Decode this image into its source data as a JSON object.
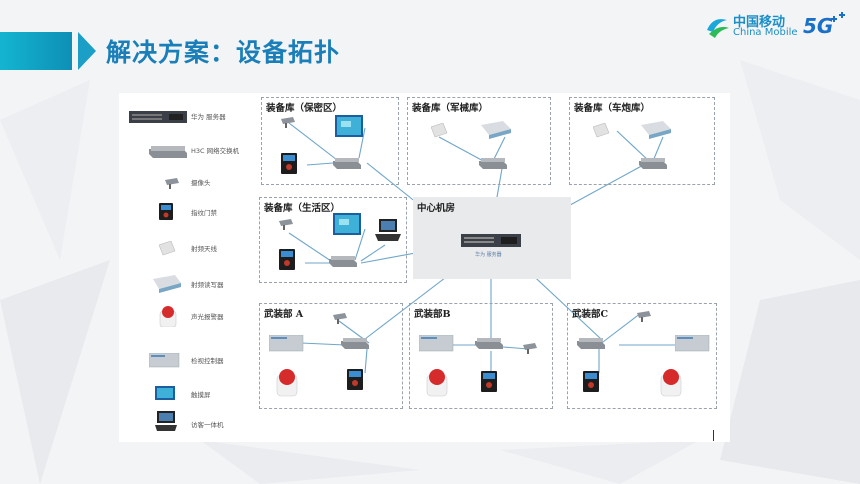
{
  "slide": {
    "title": "解决方案：设备拓扑",
    "logo": {
      "cn": "中国移动",
      "en": "China Mobile",
      "five_g": "5G"
    }
  },
  "legend": [
    {
      "icon": "server-icon",
      "label": "华为 服务器"
    },
    {
      "icon": "switch-icon",
      "label": "H3C 网络交换机"
    },
    {
      "icon": "camera-icon",
      "label": "摄像头"
    },
    {
      "icon": "fingerprint-icon",
      "label": "指纹门禁"
    },
    {
      "icon": "antenna-icon",
      "label": "射频天线"
    },
    {
      "icon": "reader-icon",
      "label": "射频读写器"
    },
    {
      "icon": "alarm-icon",
      "label": "声光报警器"
    },
    {
      "icon": "controller-icon",
      "label": "检视控制器"
    },
    {
      "icon": "touchscreen-icon",
      "label": "触摸屏"
    },
    {
      "icon": "visitor-terminal-icon",
      "label": "访客一体机"
    }
  ],
  "zones": {
    "baomi": "装备库（保密区）",
    "junxie": "装备库（军械库）",
    "chepao": "装备库（车炮库）",
    "shenghuo": "装备库（生活区）",
    "center": "中心机房",
    "wa": "武装部 A",
    "wb": "武装部B",
    "wc": "武装部C"
  },
  "center_server_label": "华为 服务器",
  "colors": {
    "accent": "#1a7fb8",
    "link": "#6fa6c9"
  }
}
